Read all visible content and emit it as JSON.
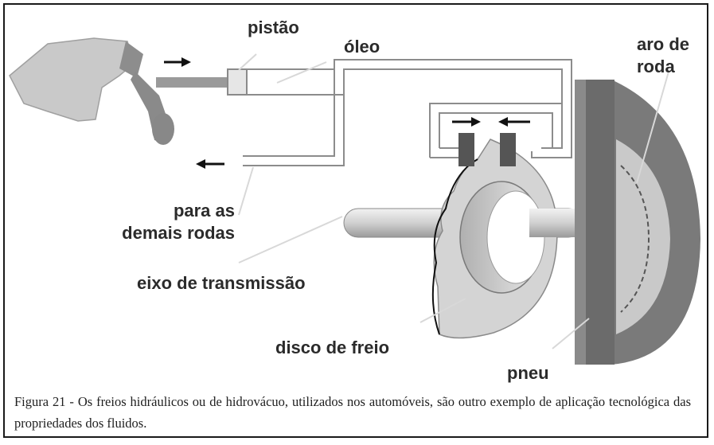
{
  "labels": {
    "piston": "pistão",
    "oil": "óleo",
    "wheel_rim": "aro de\nroda",
    "to_other_wheels": "para as\ndemais rodas",
    "drive_shaft": "eixo de transmissão",
    "brake_disc": "disco de freio",
    "tire": "pneu"
  },
  "caption": "Figura 21 - Os freios hidráulicos ou de hidrovácuo, utilizados nos automóveis, são outro exemplo de aplicação tecnológica das propriedades dos fluidos."
}
